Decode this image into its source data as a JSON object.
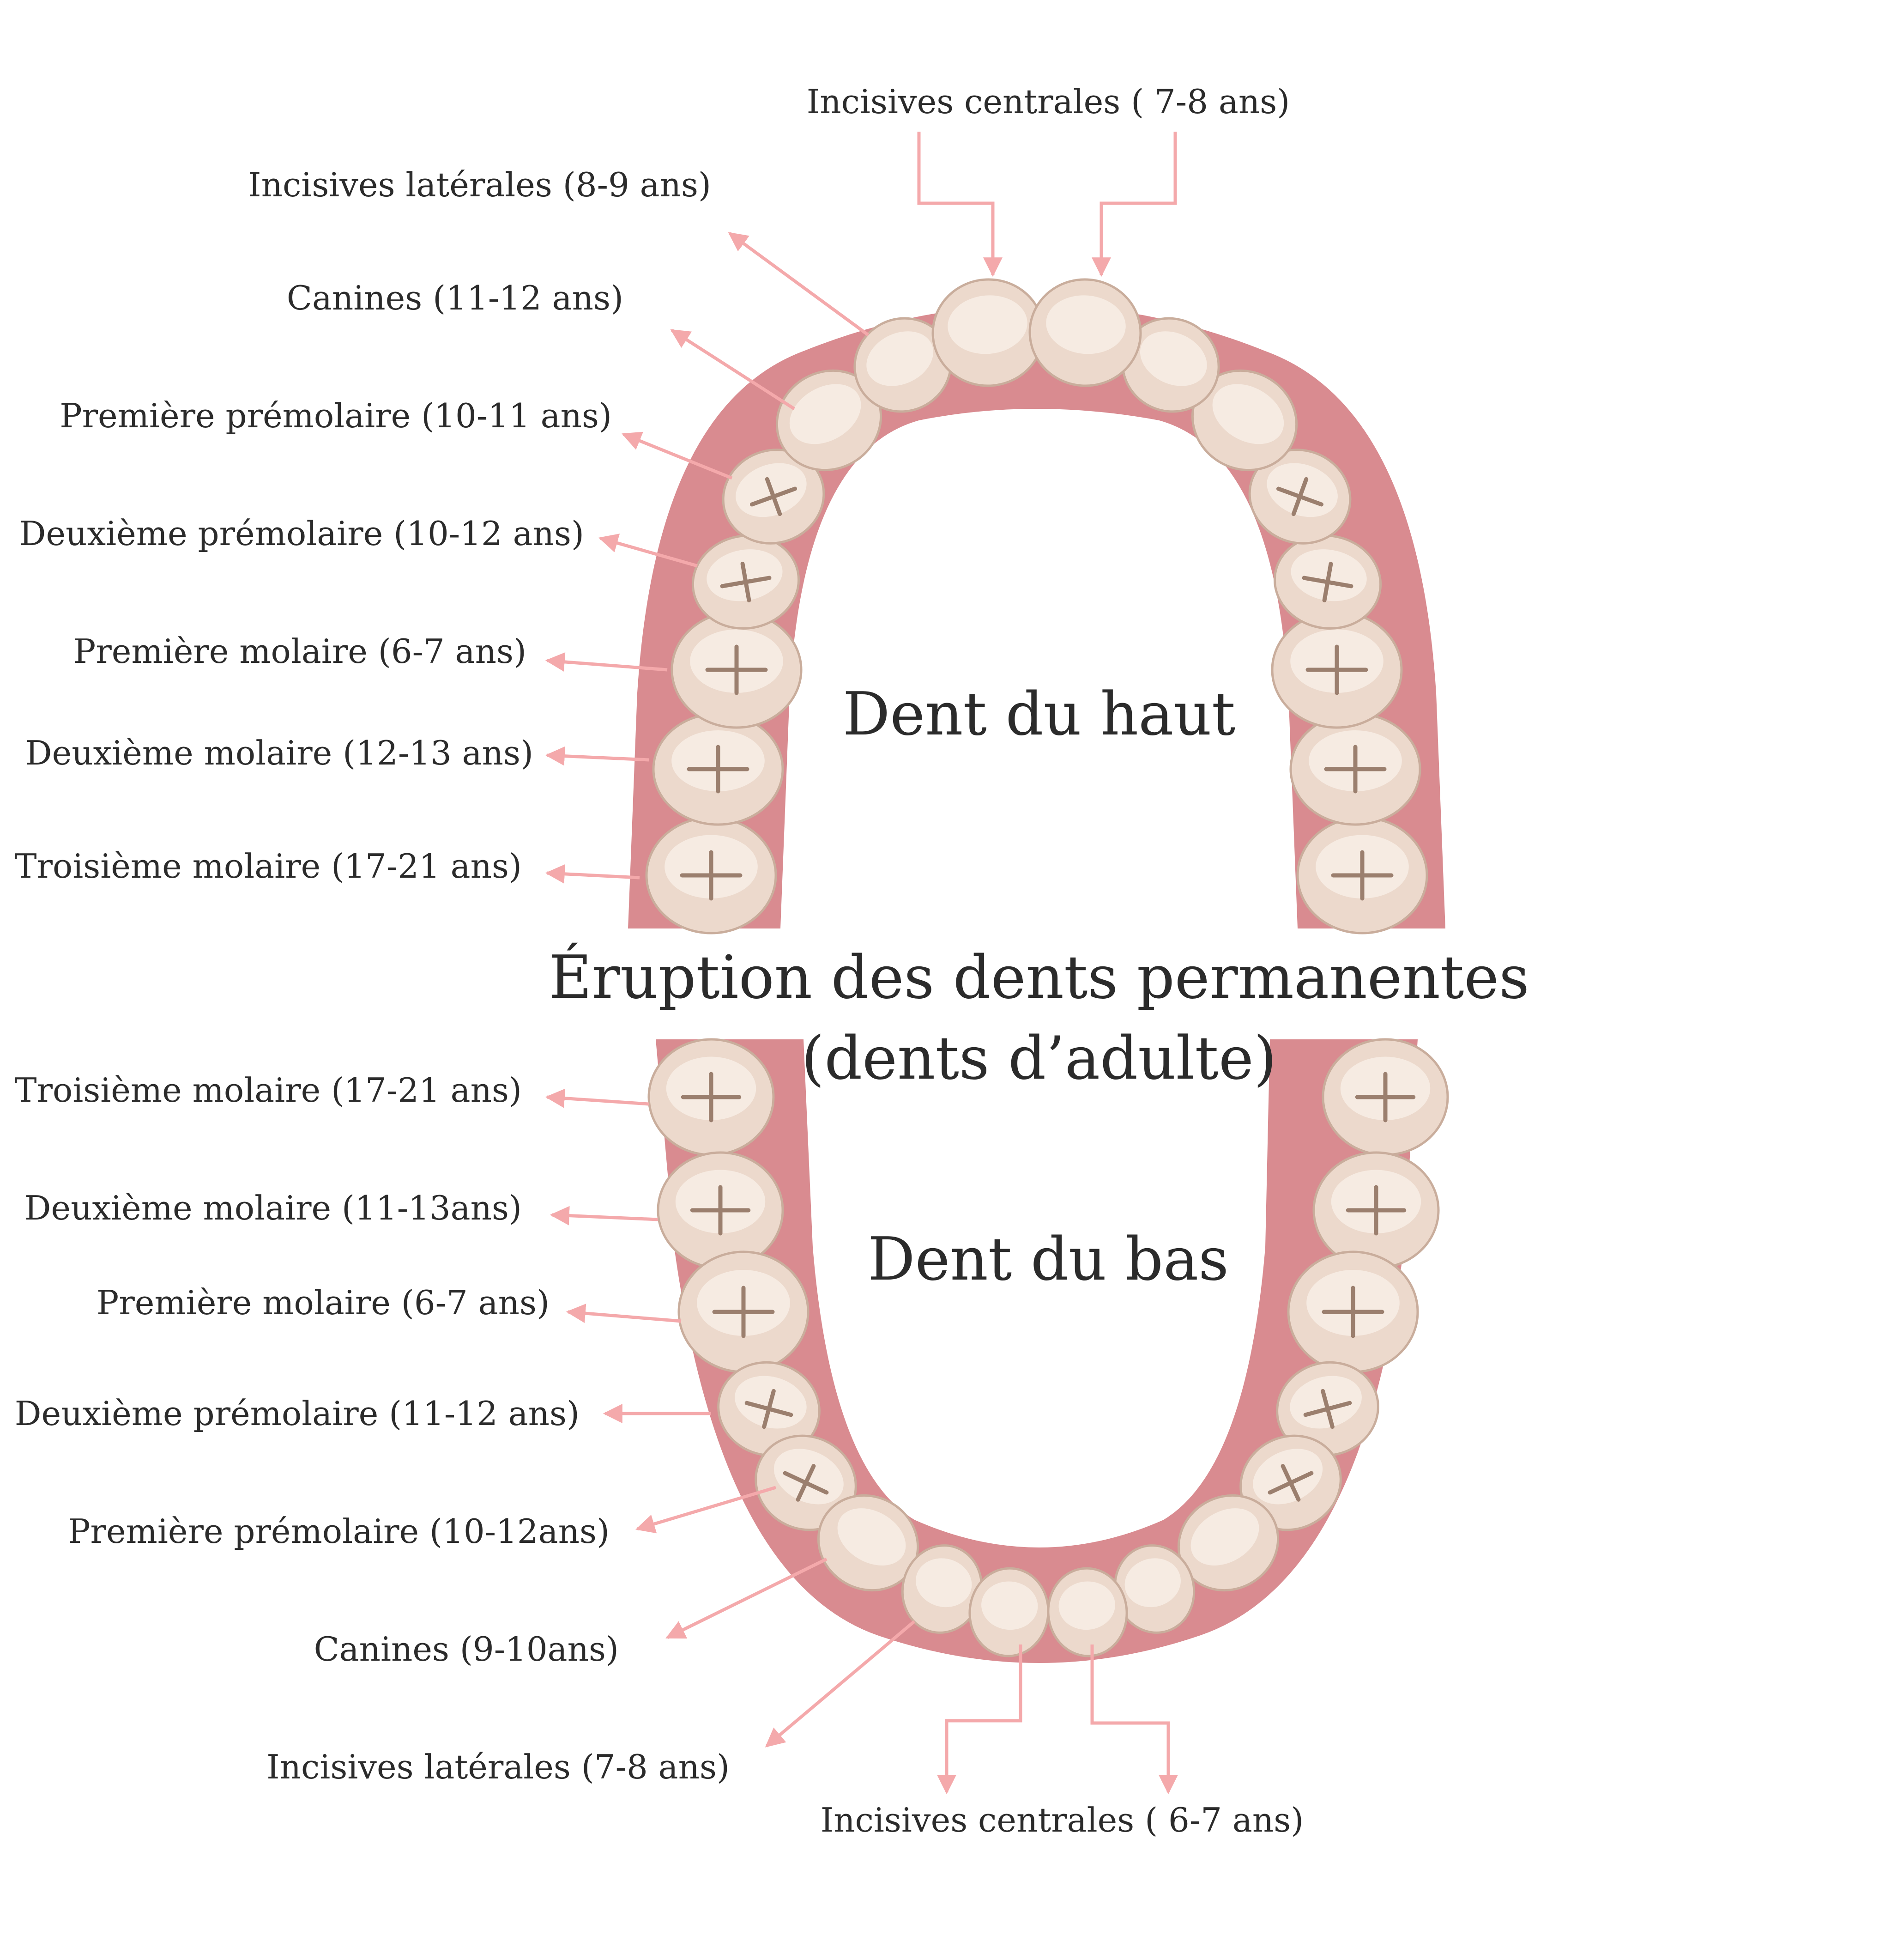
{
  "upper": {
    "title": "Dent du haut",
    "labels": [
      "Incisives centrales ( 7-8 ans)",
      "Incisives latérales (8-9 ans)",
      "Canines (11-12 ans)",
      "Première prémolaire (10-11 ans)",
      "Deuxième prémolaire (10-12 ans)",
      "Première molaire (6-7 ans)",
      "Deuxième molaire (12-13 ans)",
      "Troisième molaire (17-21 ans)"
    ]
  },
  "center": {
    "title_line1": "Éruption des dents permanentes",
    "title_line2": "(dents d’adulte)"
  },
  "lower": {
    "title": "Dent du bas",
    "labels": [
      "Troisième molaire (17-21 ans)",
      "Deuxième molaire (11-13ans)",
      "Première molaire (6-7 ans)",
      "Deuxième prémolaire (11-12 ans)",
      "Première prémolaire (10-12ans)",
      "Canines (9-10ans)",
      "Incisives latérales (7-8 ans)",
      "Incisives centrales ( 6-7 ans)"
    ]
  },
  "colors": {
    "arrow": "#f4a9ab",
    "gum": "#d98b90",
    "tooth": "#ecd9cc"
  }
}
